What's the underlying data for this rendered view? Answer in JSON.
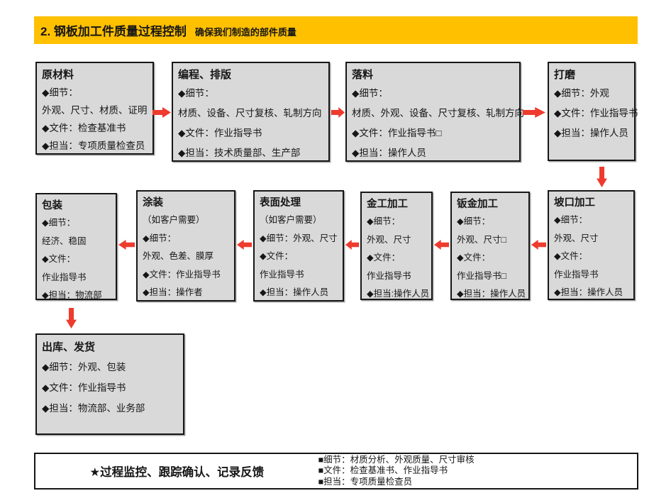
{
  "colors": {
    "page_bg": "#FFFFFF",
    "header_bg": "#FFC000",
    "box_fill": "#D9D9D9",
    "box_border": "#161616",
    "arrow_red": "#EE3B2E"
  },
  "header": {
    "title": "2. 钢板加工件质量过程控制",
    "subtitle": "确保我们制造的部件质量"
  },
  "process_boxes": [
    {
      "title": "原材料",
      "lines": [
        "◆细节：",
        "外观、尺寸、材质、证明",
        "◆文件：检查基准书",
        "◆担当：专项质量检查员"
      ]
    },
    {
      "title": "编程、排版",
      "lines": [
        "◆细节：",
        "材质、设备、尺寸复核、轧制方向",
        "◆文件：作业指导书",
        "◆担当：技术质量部、生产部"
      ]
    },
    {
      "title": "落料",
      "lines": [
        "◆细节：",
        "材质、外观、设备、尺寸复核、轧制方向",
        "◆文件：作业指导书□",
        "◆担当：操作人员"
      ]
    },
    {
      "title": "打磨",
      "lines": [
        "◆细节：外观",
        "◆文件：作业指导书",
        "◆担当：操作人员"
      ]
    },
    {
      "title": "坡口加工",
      "lines": [
        "◆细节：",
        "外观、尺寸",
        "◆文件：",
        "作业指导书",
        "◆担当：操作人员"
      ]
    },
    {
      "title": "钣金加工",
      "lines": [
        "◆细节：",
        "外观、尺寸□",
        "◆文件：",
        "作业指导书□",
        "◆担当：操作人员"
      ]
    },
    {
      "title": "金工加工",
      "lines": [
        "◆细节：",
        "外观、尺寸",
        "◆文件：",
        "作业指导书",
        "◆担当:操作人员"
      ]
    },
    {
      "title": "表面处理",
      "lines": [
        "（如客户需要）",
        "◆细节：外观、尺寸",
        "◆文件：",
        "作业指导书",
        "◆担当：操作人员"
      ]
    },
    {
      "title": "涂装",
      "lines": [
        "（如客户需要）",
        "◆细节：",
        "外观、色差、膜厚",
        "◆文件：作业指导书",
        "◆担当：操作者"
      ]
    },
    {
      "title": "包装",
      "lines": [
        "◆细节：",
        "经济、稳固",
        "◆文件：",
        "作业指导书",
        "◆担当：物流部"
      ]
    },
    {
      "title": "出库、发货",
      "lines": [
        "◆细节：外观、包装",
        "◆文件：作业指导书",
        "◆担当：物流部、业务部"
      ]
    }
  ],
  "footer": {
    "title": "★过程监控、跟踪确认、记录反馈",
    "lines": [
      "■细节：材质分析、外观质量、尺寸审核",
      "■文件：检查基准书、作业指导书",
      "■担当：专项质量检查员"
    ]
  }
}
